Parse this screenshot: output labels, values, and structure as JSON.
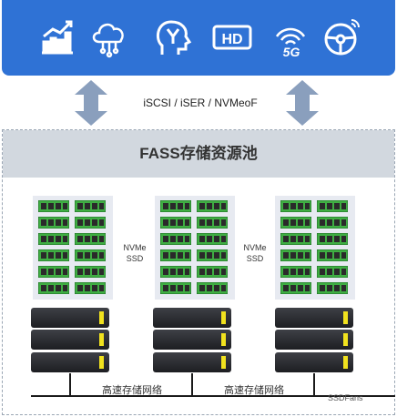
{
  "header": {
    "icons": [
      "trend-chart-icon",
      "cloud-network-icon",
      "ai-head-icon",
      "hd-icon",
      "5g-icon",
      "steering-wheel-icon"
    ],
    "hd_text": "HD",
    "fiveg_text": "5G"
  },
  "protocol_label": "iSCSI / iSER / NVMeoF",
  "pool_title": "FASS存储资源池",
  "nvme_labels": [
    "NVMe SSD",
    "NVMe SSD"
  ],
  "network_labels": [
    "高速存储网络",
    "高速存储网络"
  ],
  "watermark": "SSDFans",
  "colors": {
    "banner": "#2f72d5",
    "arrow": "#8a9fbd",
    "ssd": "#3fae43",
    "led": "#f1e21e"
  }
}
